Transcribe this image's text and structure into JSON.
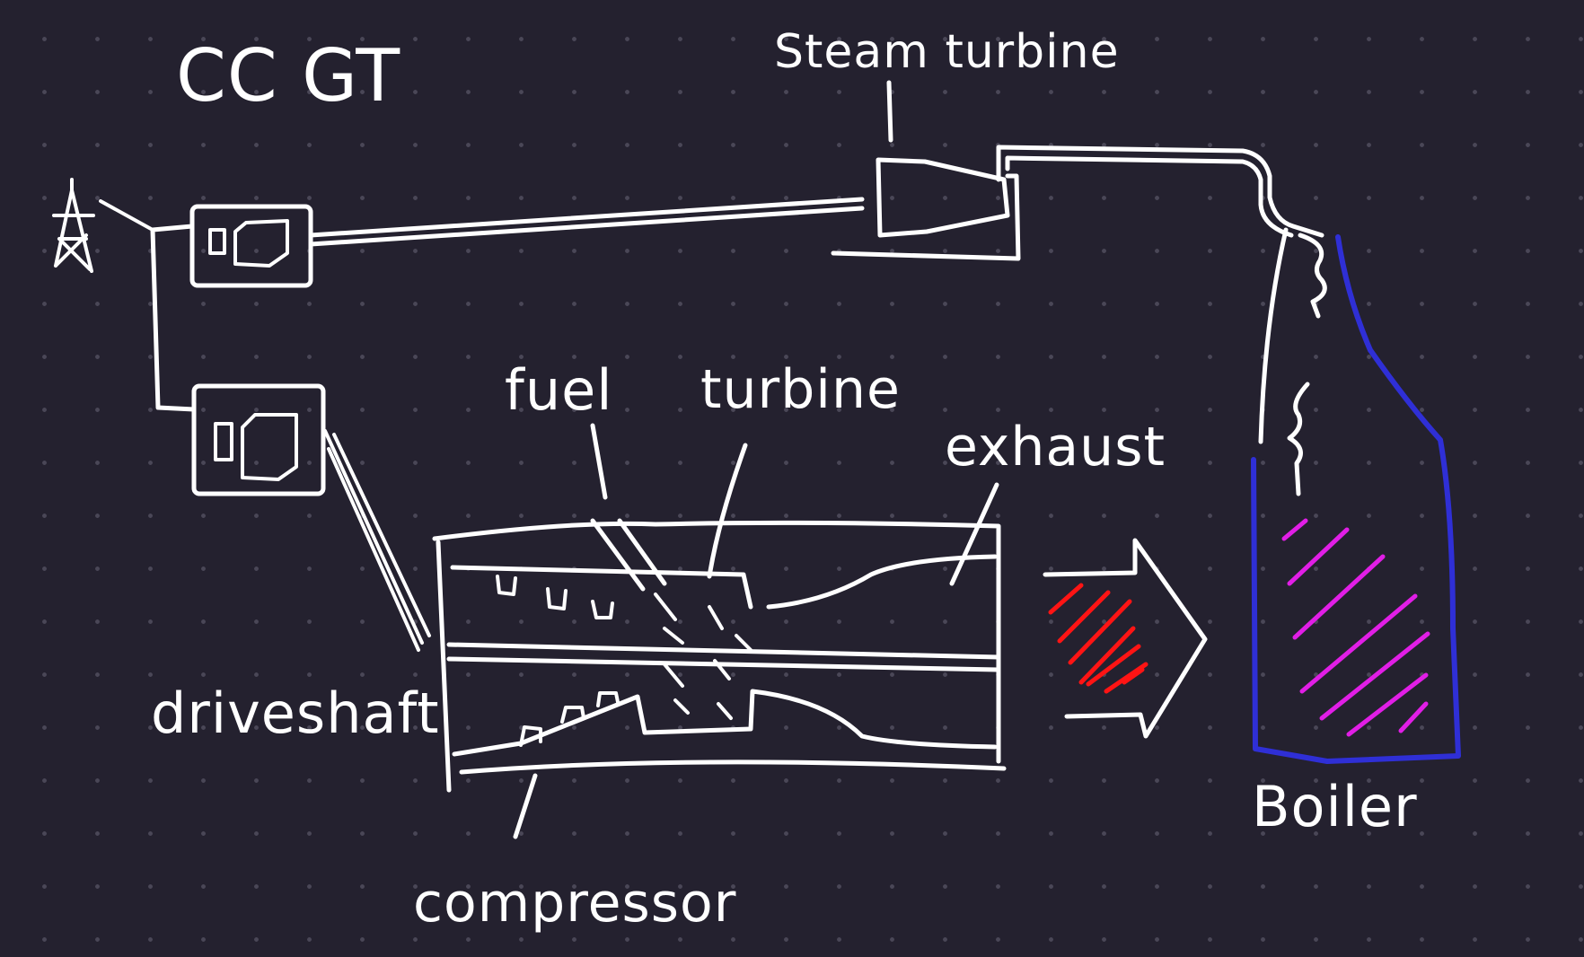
{
  "labels": {
    "title": "CC GT",
    "steam_turbine": "Steam turbine",
    "fuel": "fuel",
    "turbine": "turbine",
    "exhaust": "exhaust",
    "driveshaft": "driveshaft",
    "compressor": "compressor",
    "boiler": "Boiler"
  },
  "colors": {
    "background": "#24212f",
    "ink": "#ffffff",
    "boiler_outline": "#2f2fd6",
    "exhaust_heat": "#ff1414",
    "boiler_heat": "#e11ee6"
  },
  "icons": [
    "transmission-tower-icon",
    "generator-icon"
  ]
}
